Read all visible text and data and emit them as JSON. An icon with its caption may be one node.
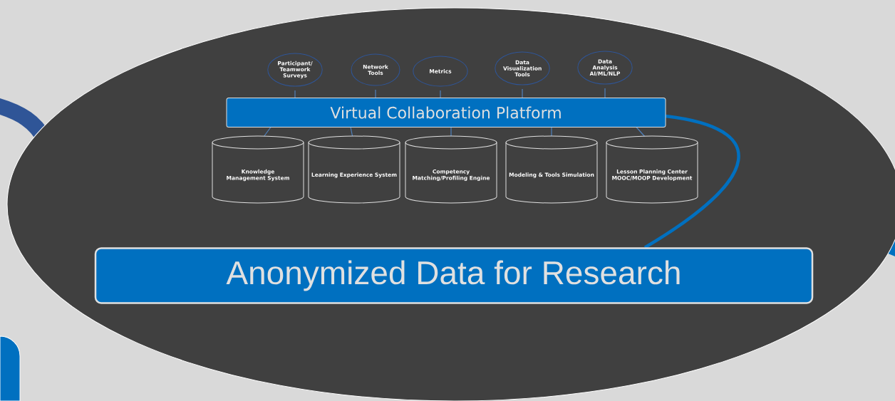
{
  "diagram": {
    "nodes": [
      {
        "text": [
          "Participant/ Teamwork Surveys"
        ]
      },
      {
        "text": [
          "Network Tools"
        ]
      },
      {
        "text": [
          "Metrics"
        ]
      },
      {
        "text": [
          "Data Visualization Tools"
        ]
      },
      {
        "text": [
          "Data Analysis AI/ML/NLP"
        ]
      },
      {
        "text": [
          "Virtual Collaboration Platform"
        ]
      },
      {
        "text": [
          "Knowledge Management System"
        ]
      },
      {
        "text": [
          "Learning Experience System"
        ]
      },
      {
        "text": [
          "Competency Matching/Profiling Engine"
        ]
      },
      {
        "text": [
          "Modeling & Tools Simulation"
        ]
      },
      {
        "text": [
          "Lesson Planning Center MOOC/MOOP Development"
        ]
      },
      {
        "text": [
          "Anonymized Data for Research"
        ]
      }
    ],
    "edges": [
      {
        "from": 0,
        "to": 5,
        "arrow": "none"
      },
      {
        "from": 1,
        "to": 5,
        "arrow": "none"
      },
      {
        "from": 2,
        "to": 5,
        "arrow": "none"
      },
      {
        "from": 3,
        "to": 5,
        "arrow": "none"
      },
      {
        "from": 4,
        "to": 5,
        "arrow": "none"
      },
      {
        "from": 5,
        "to": 6,
        "arrow": "none"
      },
      {
        "from": 5,
        "to": 7,
        "arrow": "none"
      },
      {
        "from": 5,
        "to": 8,
        "arrow": "none"
      },
      {
        "from": 5,
        "to": 9,
        "arrow": "none"
      },
      {
        "from": 5,
        "to": 10,
        "arrow": "none"
      },
      {
        "from": 5,
        "to": 11,
        "arrow": "none",
        "style": "thick",
        "color": "#0070c0"
      }
    ]
  }
}
